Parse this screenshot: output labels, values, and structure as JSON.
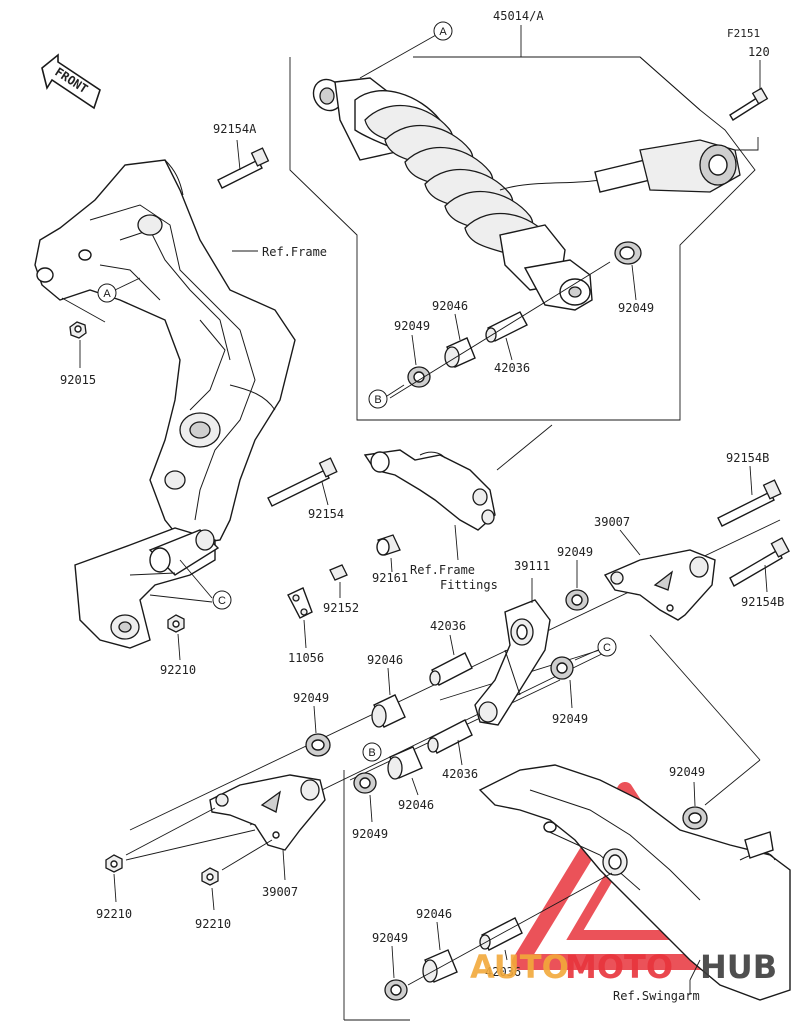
{
  "diagram_code": "F2151",
  "assembly_number": "45014/A",
  "front_label": "FRONT",
  "ref_labels": {
    "frame": "Ref.Frame",
    "frame_fittings_1": "Ref.Frame",
    "frame_fittings_2": "Fittings",
    "swingarm": "Ref.Swingarm"
  },
  "callouts": {
    "a": "A",
    "b": "B",
    "c": "C"
  },
  "parts": {
    "p120": "120",
    "p92154a": "92154A",
    "p92015": "92015",
    "p92049_shock_right": "92049",
    "p92046_shock": "92046",
    "p92049_shock_left": "92049",
    "p42036_shock": "42036",
    "p92154": "92154",
    "p92210_frame": "92210",
    "p11056": "11056",
    "p92152": "92152",
    "p92161": "92161",
    "p39111": "39111",
    "p42036_link": "42036",
    "p92046_link": "92046",
    "p92049_link_left": "92049",
    "p39007_upper": "39007",
    "p92049_upper": "92049",
    "p92154b_top": "92154B",
    "p92154b_side": "92154B",
    "p92049_rod": "92049",
    "p92049_swing": "92049",
    "p92046_lower": "92046",
    "p92049_lower": "92049",
    "p42036_lower": "42036",
    "p39007_lower": "39007",
    "p92210_left": "92210",
    "p92210_mid": "92210",
    "p92046_bottom": "92046",
    "p92049_bottom": "92049",
    "p42036_bottom": "42036"
  },
  "watermark": {
    "text_part1": "AUTO",
    "text_part2": "MOTO",
    "text_part3": "HUB",
    "color_primary": "#e8353d",
    "color_secondary": "#f2a93b",
    "color_dark": "#3d3d3d"
  }
}
